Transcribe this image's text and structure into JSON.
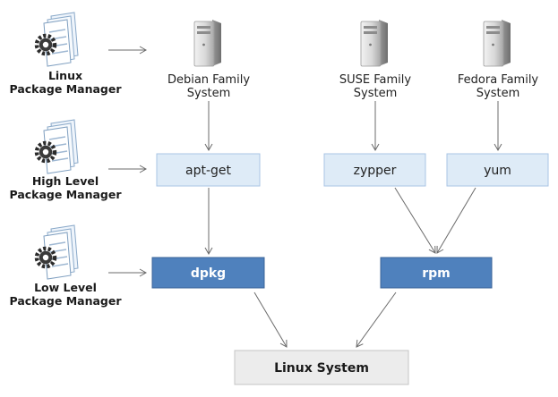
{
  "left_labels": {
    "linux_pm": [
      "Linux",
      "Package Manager"
    ],
    "high_level": [
      "High Level",
      "Package Manager"
    ],
    "low_level": [
      "Low Level",
      "Package Manager"
    ]
  },
  "systems": {
    "debian": [
      "Debian Family",
      "System"
    ],
    "suse": [
      "SUSE Family",
      "System"
    ],
    "fedora": [
      "Fedora Family",
      "System"
    ]
  },
  "high_level_tools": {
    "apt_get": "apt-get",
    "zypper": "zypper",
    "yum": "yum"
  },
  "low_level_tools": {
    "dpkg": "dpkg",
    "rpm": "rpm"
  },
  "base": {
    "linux_system": "Linux System"
  },
  "colors": {
    "light_box_fill": "#deebf7",
    "light_box_stroke": "#a9c4e4",
    "dark_box_fill": "#4f81bd",
    "dark_box_stroke": "#3b6499",
    "grey_box_fill": "#ececec",
    "grey_box_stroke": "#c4c4c4",
    "arrow": "#6b6b6b"
  },
  "icons": {
    "linux_pm": "gear-document-stack-icon",
    "high_level": "gear-document-stack-icon",
    "low_level": "gear-document-stack-icon",
    "server": "server-tower-icon"
  }
}
